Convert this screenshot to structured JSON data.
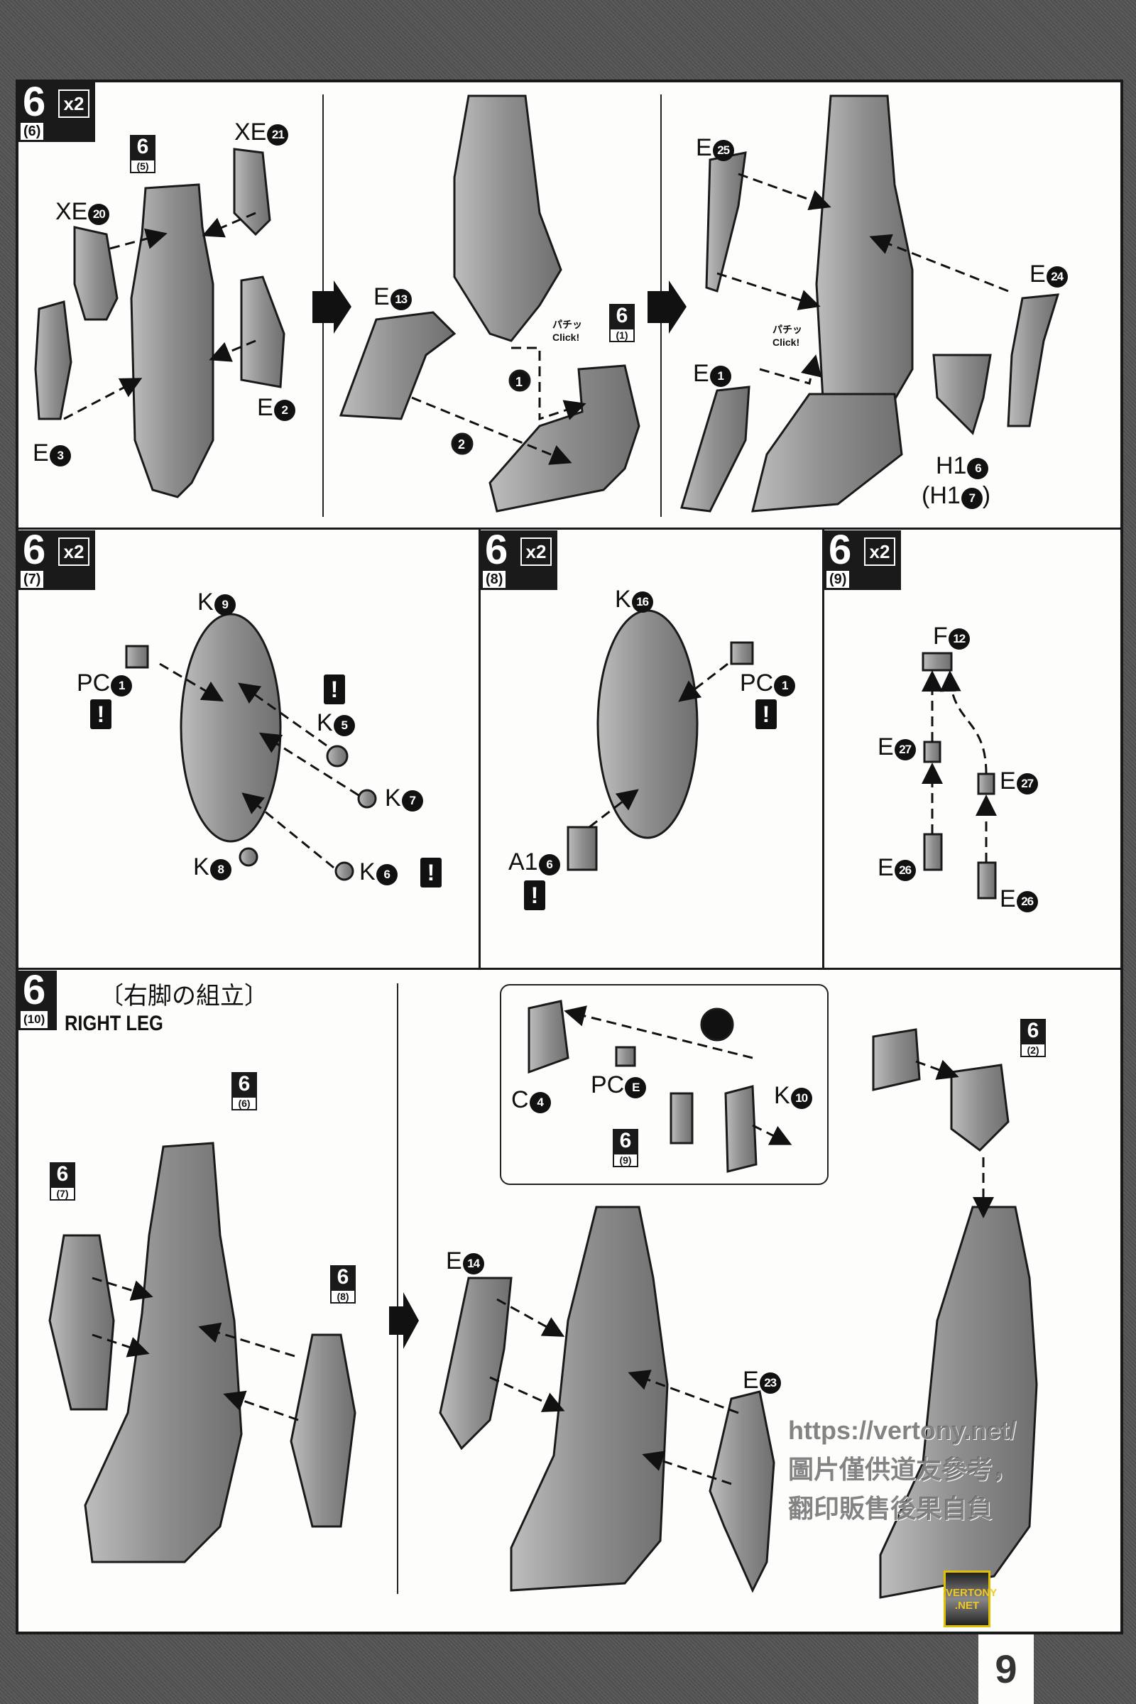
{
  "steps": [
    {
      "num": "6",
      "sub": "(6)",
      "mult": "x2"
    },
    {
      "num": "6",
      "sub": "(7)",
      "mult": "x2"
    },
    {
      "num": "6",
      "sub": "(8)",
      "mult": "x2"
    },
    {
      "num": "6",
      "sub": "(9)",
      "mult": "x2"
    },
    {
      "num": "6",
      "sub": "(10)"
    }
  ],
  "section": {
    "title_jp": "〔右脚の組立〕",
    "title_en": "RIGHT LEG"
  },
  "refs": [
    {
      "num": "6",
      "sub": "(5)"
    },
    {
      "num": "6",
      "sub": "(1)"
    },
    {
      "num": "6",
      "sub": "(6)"
    },
    {
      "num": "6",
      "sub": "(7)"
    },
    {
      "num": "6",
      "sub": "(8)"
    },
    {
      "num": "6",
      "sub": "(9)"
    },
    {
      "num": "6",
      "sub": "(2)"
    }
  ],
  "parts": [
    {
      "p": "XE",
      "n": "21"
    },
    {
      "p": "XE",
      "n": "20"
    },
    {
      "p": "E",
      "n": "2"
    },
    {
      "p": "E",
      "n": "3"
    },
    {
      "p": "E",
      "n": "13"
    },
    {
      "p": "E",
      "n": "25"
    },
    {
      "p": "E",
      "n": "24"
    },
    {
      "p": "E",
      "n": "1"
    },
    {
      "p": "H1",
      "n": "6"
    },
    {
      "p": "(H1",
      "n": "7",
      ")": ")"
    },
    {
      "p": "K",
      "n": "9"
    },
    {
      "p": "PC",
      "n": "1"
    },
    {
      "p": "K",
      "n": "5"
    },
    {
      "p": "K",
      "n": "7"
    },
    {
      "p": "K",
      "n": "8"
    },
    {
      "p": "K",
      "n": "6"
    },
    {
      "p": "K",
      "n": "16"
    },
    {
      "p": "PC",
      "n": "1"
    },
    {
      "p": "A1",
      "n": "6"
    },
    {
      "p": "F",
      "n": "12"
    },
    {
      "p": "E",
      "n": "27"
    },
    {
      "p": "E",
      "n": "27"
    },
    {
      "p": "E",
      "n": "26"
    },
    {
      "p": "E",
      "n": "26"
    },
    {
      "p": "E",
      "n": "14"
    },
    {
      "p": "E",
      "n": "23"
    },
    {
      "p": "C",
      "n": "4"
    },
    {
      "p": "PC",
      "n": "E"
    },
    {
      "p": "K",
      "n": "10"
    }
  ],
  "order_marks": [
    "1",
    "2"
  ],
  "click_text": [
    "パチッ",
    "Click!"
  ],
  "warning": "!",
  "watermark": [
    "https://vertony.net/",
    "圖片僅供道友參考，",
    "翻印販售後果自負"
  ],
  "logo": [
    "VERTONY",
    ".NET"
  ],
  "page_number": "9"
}
